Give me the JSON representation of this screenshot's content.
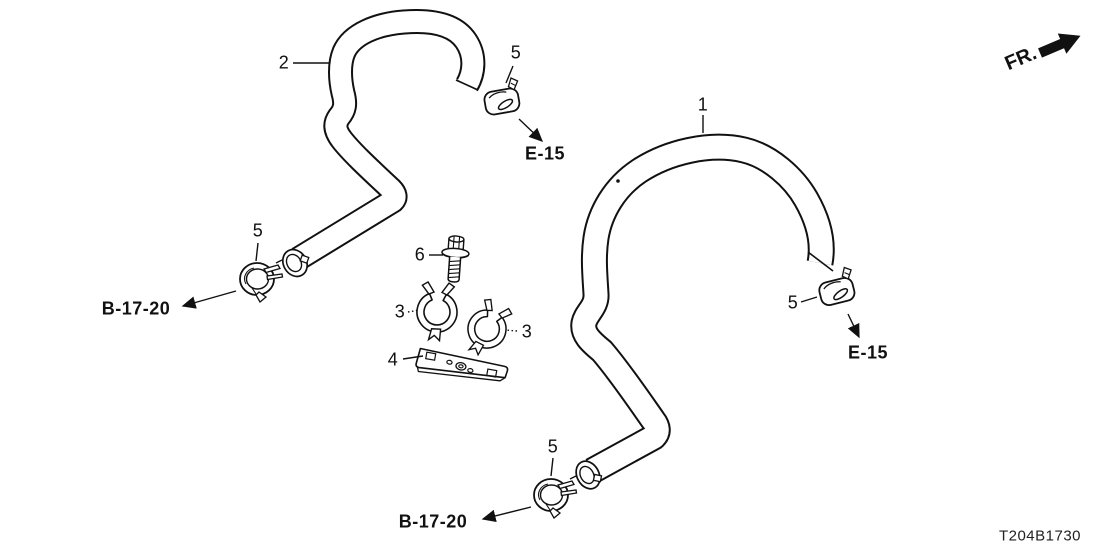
{
  "diagram_code": "T204B1730",
  "direction_arrow": {
    "label": "FR."
  },
  "callouts": {
    "hose_1": "1",
    "hose_2": "2",
    "clip_left": "3",
    "clip_right": "3",
    "bracket": "4",
    "clamp_top": "5",
    "clamp_left": "5",
    "clamp_right": "5",
    "clamp_bottom": "5",
    "bolt": "6"
  },
  "reference_labels": {
    "top": "E-15",
    "left": "B-17-20",
    "right": "E-15",
    "bottom": "B-17-20"
  }
}
